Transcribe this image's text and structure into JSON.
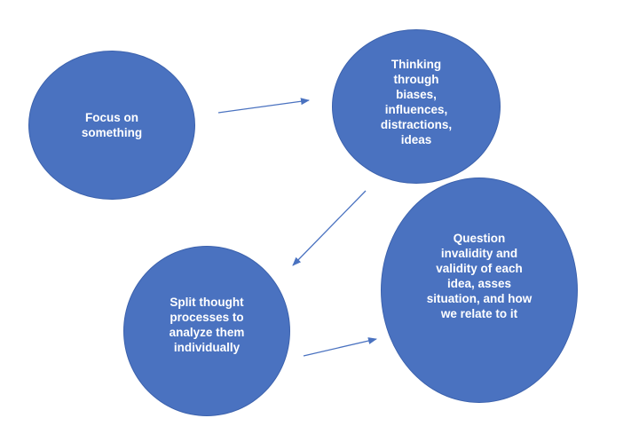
{
  "colors": {
    "node_fill": "#4a72c0",
    "node_border": "#3c62ad",
    "node_text": "#ffffff",
    "arrow": "#4a72c0",
    "background": "#ffffff"
  },
  "nodes": [
    {
      "id": "focus",
      "text": "Focus on\nsomething"
    },
    {
      "id": "thinking",
      "text": "Thinking\nthrough\nbiases,\ninfluences,\ndistractions,\nideas"
    },
    {
      "id": "split",
      "text": "Split thought\nprocesses to\nanalyze them\nindividually"
    },
    {
      "id": "question",
      "text": "Question\ninvalidity and\nvalidity of each\nidea, asses\nsituation, and how\nwe relate to it"
    }
  ],
  "connectors": [
    {
      "from": "focus",
      "to": "thinking"
    },
    {
      "from": "thinking",
      "to": "split"
    },
    {
      "from": "split",
      "to": "question"
    }
  ]
}
